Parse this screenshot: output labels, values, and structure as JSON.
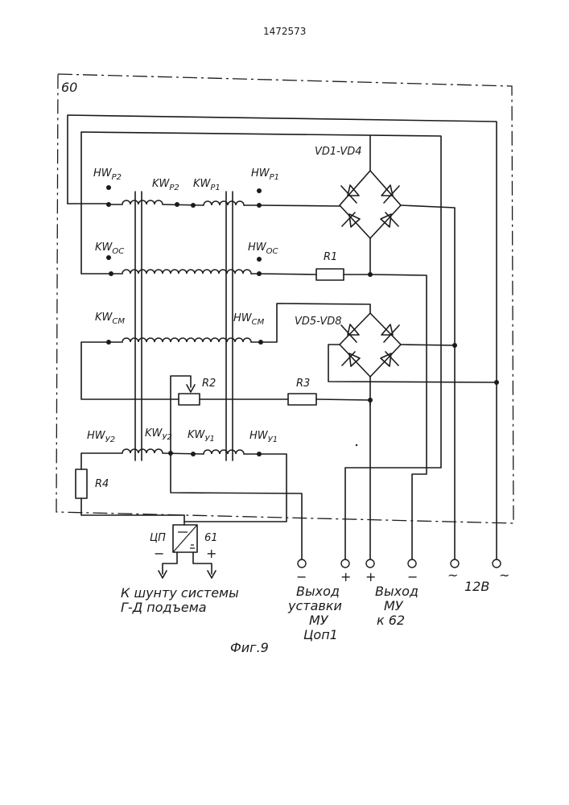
{
  "patent_number": "1472573",
  "block_number": "60",
  "bridge_top": "VD1-VD4",
  "bridge_bottom": "VD5-VD8",
  "resistors": {
    "r1": "R1",
    "r2": "R2",
    "r3": "R3",
    "r4": "R4"
  },
  "windings": {
    "hw_p2": {
      "base": "HW",
      "sub": "P2"
    },
    "kw_p2": {
      "base": "KW",
      "sub": "P2"
    },
    "kw_p1": {
      "base": "KW",
      "sub": "P1"
    },
    "hw_p1": {
      "base": "HW",
      "sub": "P1"
    },
    "kw_oc": {
      "base": "KW",
      "sub": "OC"
    },
    "hw_oc": {
      "base": "HW",
      "sub": "OC"
    },
    "kw_cm": {
      "base": "KW",
      "sub": "CM"
    },
    "hw_cm": {
      "base": "HW",
      "sub": "CM"
    },
    "hw_y2": {
      "base": "HW",
      "sub": "У2"
    },
    "kw_y2": {
      "base": "KW",
      "sub": "У2"
    },
    "kw_y1": {
      "base": "KW",
      "sub": "У1"
    },
    "hw_y1": {
      "base": "HW",
      "sub": "У1"
    }
  },
  "converter": {
    "label": "ЦП",
    "number": "61"
  },
  "shunt_caption": [
    "К шунту системы",
    "Г-Д подъема"
  ],
  "output_setpoint": [
    "Выход",
    "уставки",
    "МУ",
    "Цоп1"
  ],
  "output_amp": [
    "Выход",
    "МУ",
    "к 62"
  ],
  "supply_label": "12В",
  "signs": {
    "minus": "−",
    "plus": "+",
    "ac": "~"
  },
  "figure_caption": "Фиг.9"
}
